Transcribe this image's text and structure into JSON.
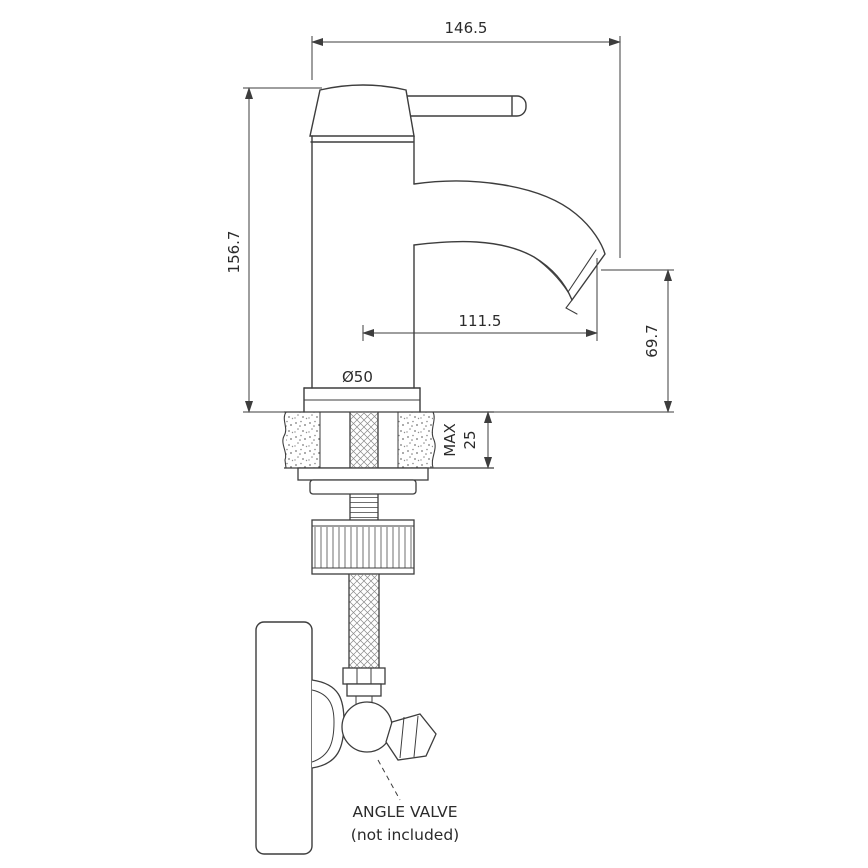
{
  "colors": {
    "line": "#3d3d3d",
    "dim_line": "#3d3d3d",
    "text": "#2b2b2b",
    "background": "#ffffff"
  },
  "dimensions": {
    "overall_width": "146.5",
    "overall_height": "156.7",
    "spout_reach": "111.5",
    "spout_to_deck": "69.7",
    "base_diameter": "Ø50",
    "deck_max_label": "MAX",
    "deck_max_value": "25"
  },
  "labels": {
    "angle_valve_title": "ANGLE VALVE",
    "angle_valve_note": "(not included)"
  }
}
